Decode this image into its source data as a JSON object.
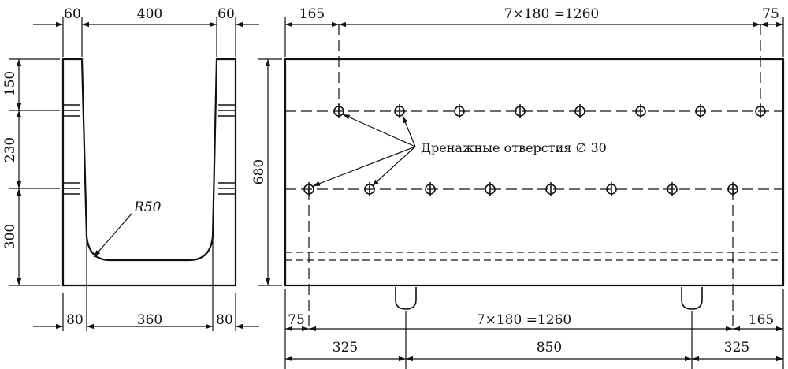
{
  "colors": {
    "ink": "#111111",
    "background": "#ffffff"
  },
  "section_view": {
    "top_dims": {
      "left_wall": "60",
      "opening": "400",
      "right_wall": "60"
    },
    "bottom_dims": {
      "left_base": "80",
      "inner": "360",
      "right_base": "80"
    },
    "height_dims": {
      "upper": "150",
      "middle": "230",
      "lower": "300"
    },
    "radius_label": "R50"
  },
  "side_view": {
    "top_dims": {
      "left": "165",
      "spacing": "7×180 =1260",
      "right": "75"
    },
    "height_dim": "680",
    "lower_dims": {
      "left": "75",
      "spacing": "7×180 =1260",
      "right": "165"
    },
    "bottom_dims": {
      "left": "325",
      "middle": "850",
      "right": "325"
    },
    "drain_label": "Дренажные отверстия ∅ 30"
  }
}
